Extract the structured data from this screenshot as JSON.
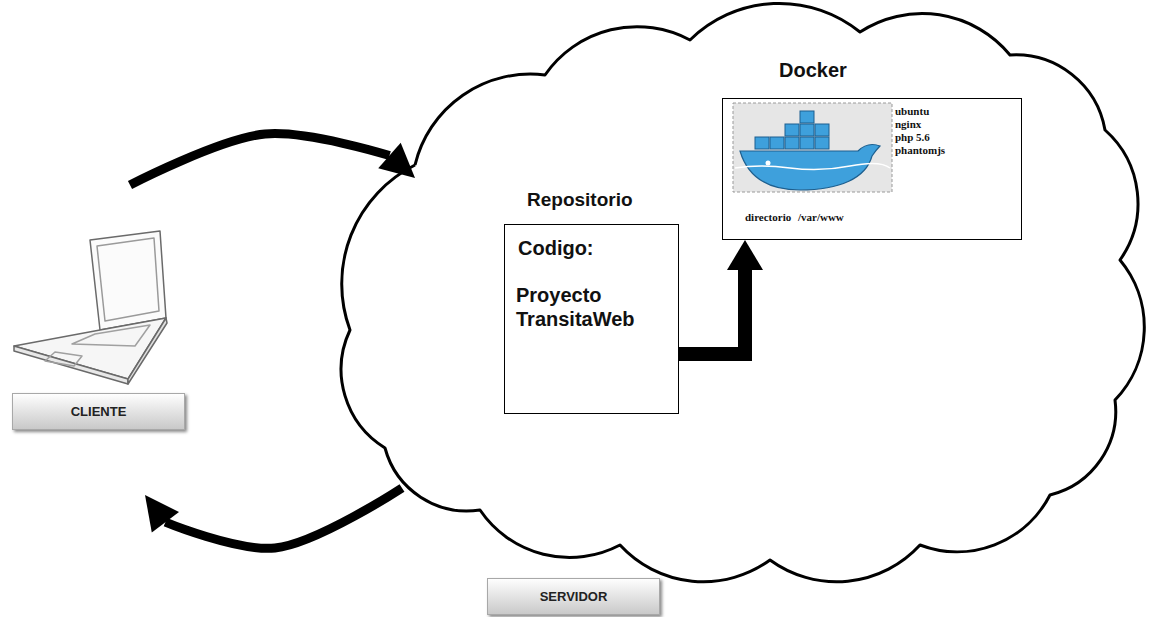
{
  "diagram": {
    "nodes": [
      {
        "text": [
          "CLIENTE"
        ]
      },
      {
        "text": [
          "SERVIDOR"
        ]
      },
      {
        "text": [
          "Repositorio",
          "Codigo:",
          "Proyecto TransitaWeb"
        ],
        "in": 1
      },
      {
        "text": [
          "Docker",
          "ubuntu",
          "nginx",
          "php 5.6",
          "phantomjs",
          "directorio /var/www"
        ],
        "in": 1
      }
    ],
    "edges": [
      {
        "from": 0,
        "to": 1,
        "arrow": "to"
      },
      {
        "from": 1,
        "to": 0,
        "arrow": "to"
      },
      {
        "from": 2,
        "to": 3,
        "arrow": "to"
      }
    ]
  }
}
